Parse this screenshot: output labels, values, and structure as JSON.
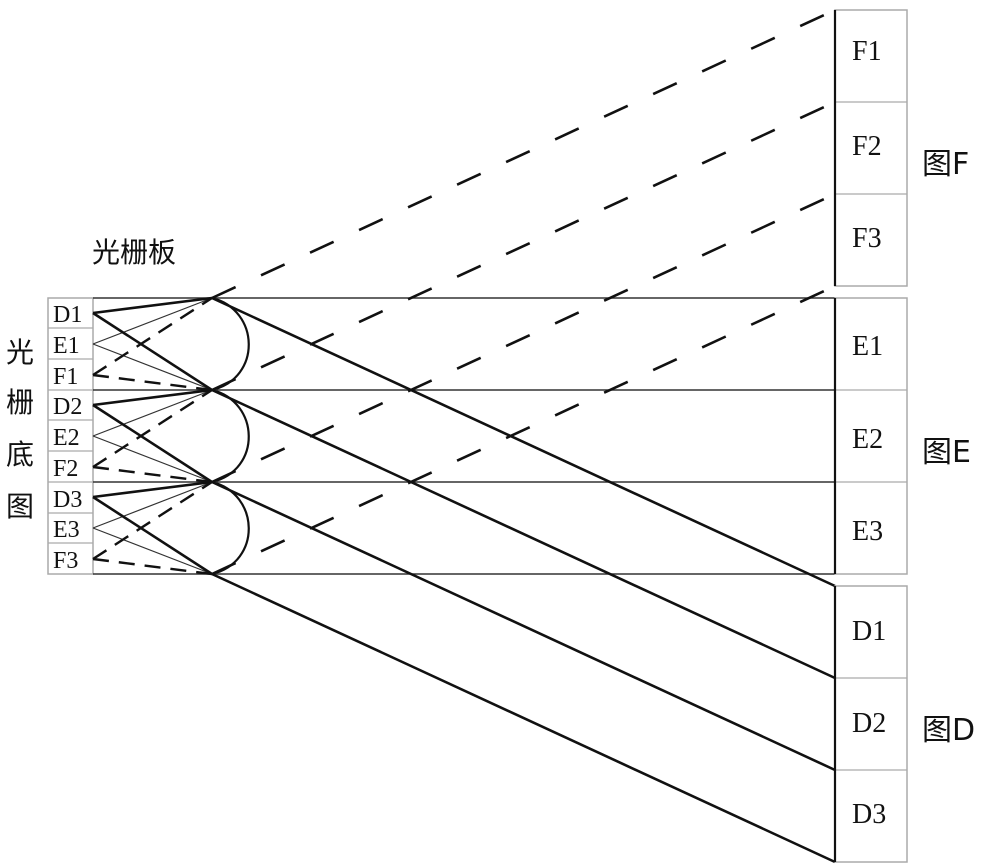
{
  "labels": {
    "grating_plate": "光栅板",
    "grating_base_chars": [
      "光",
      "栅",
      "底",
      "图"
    ],
    "group_f": "图F",
    "group_e": "图E",
    "group_d": "图D"
  },
  "base_cells": [
    "D1",
    "E1",
    "F1",
    "D2",
    "E2",
    "F2",
    "D3",
    "E3",
    "F3"
  ],
  "screen_f": [
    "F1",
    "F2",
    "F3"
  ],
  "screen_e": [
    "E1",
    "E2",
    "E3"
  ],
  "screen_d": [
    "D1",
    "D2",
    "D3"
  ]
}
